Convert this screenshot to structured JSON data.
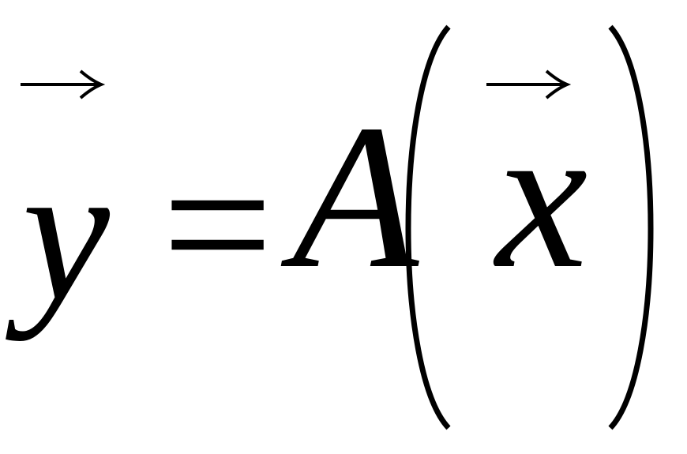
{
  "formula": {
    "lhs_variable": "y",
    "equals_sign": "=",
    "operator": "A",
    "argument_variable": "x",
    "lhs_is_vector": true,
    "argument_is_vector": true
  },
  "colors": {
    "ink": "#000000",
    "background": "#ffffff"
  }
}
